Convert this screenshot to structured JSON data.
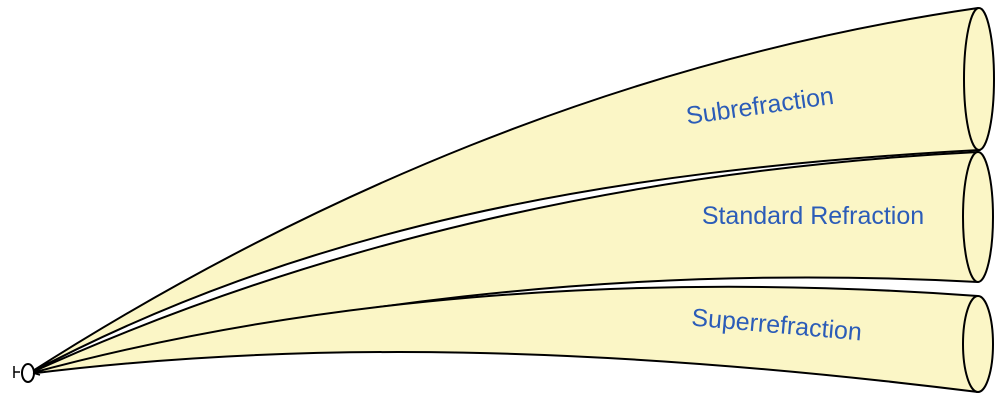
{
  "diagram": {
    "colors": {
      "beam_fill": "#FBF6C6",
      "outline": "#000000",
      "label": "#2B5CB8",
      "background": "#FFFFFF"
    },
    "beams": [
      {
        "id": "subrefraction",
        "label": "Subrefraction"
      },
      {
        "id": "standard",
        "label": "Standard Refraction"
      },
      {
        "id": "superrefraction",
        "label": "Superrefraction"
      }
    ]
  }
}
